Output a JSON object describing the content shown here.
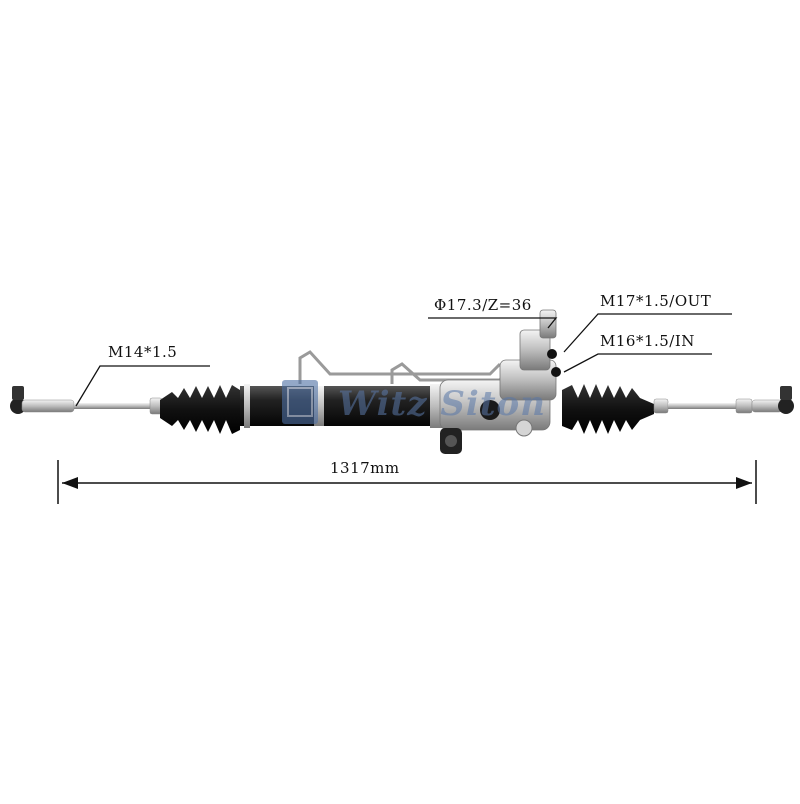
{
  "labels": {
    "thread_left": "M14*1.5",
    "pinion": "Φ17.3/Z=36",
    "port_out": "M17*1.5/OUT",
    "port_in": "M16*1.5/IN",
    "total_length": "1317mm"
  },
  "watermark": {
    "text": "Witz Siton"
  },
  "colors": {
    "housing": "#1a1a1a",
    "metal": "#c8c8c8",
    "watermark": "#5a78a8"
  }
}
